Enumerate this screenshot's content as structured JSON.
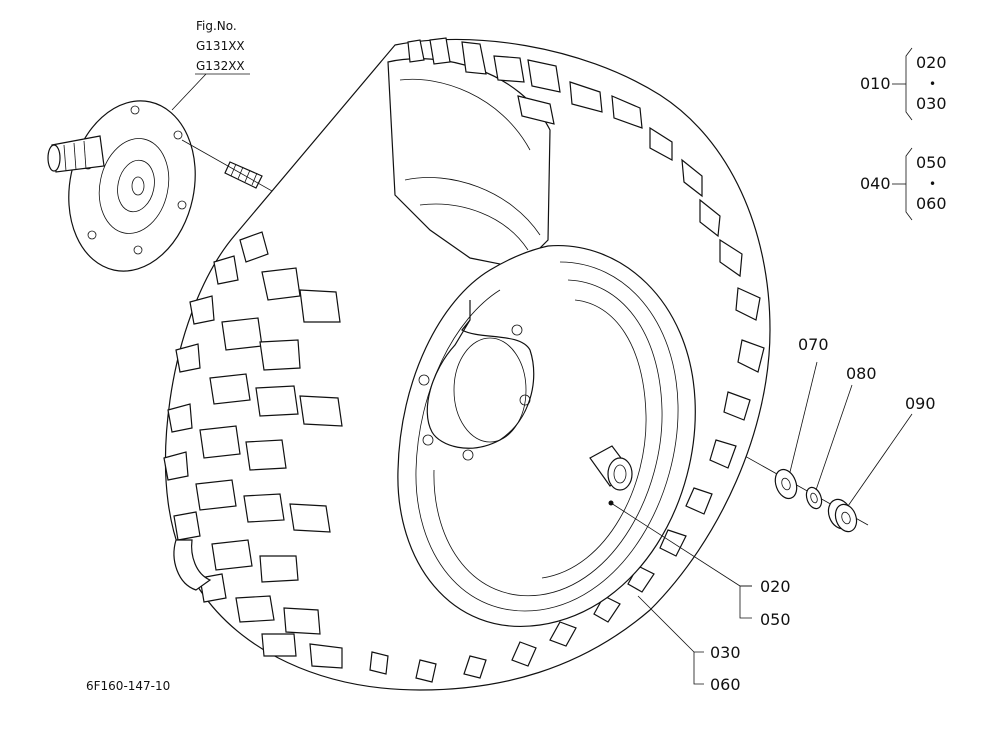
{
  "figure": {
    "fig_no_label": "Fig.No.",
    "fig_codes": [
      "G131XX",
      "G132XX"
    ],
    "drawing_id": "6F160-147-10"
  },
  "legend_groups": [
    {
      "parent": "010",
      "children": [
        "020",
        "030"
      ],
      "separator": "•"
    },
    {
      "parent": "040",
      "children": [
        "050",
        "060"
      ],
      "separator": "•"
    }
  ],
  "callouts": {
    "c070": "070",
    "c080": "080",
    "c090": "090",
    "c020": "020",
    "c050": "050",
    "c030": "030",
    "c060": "060"
  }
}
